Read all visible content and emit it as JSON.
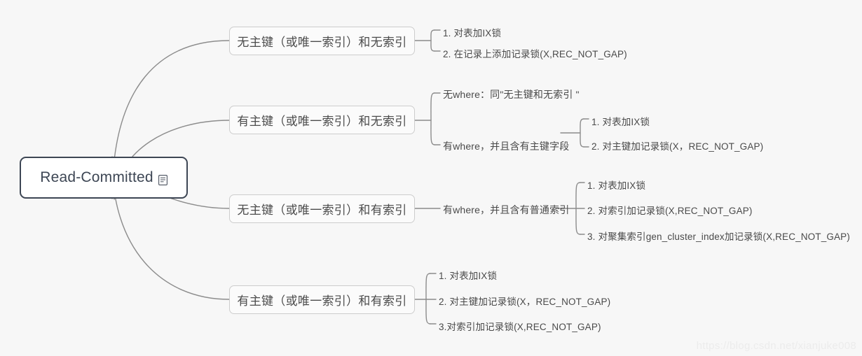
{
  "canvas": {
    "background": "#f7f7f7",
    "accent_dark": "#3d4654",
    "edge_color": "#8c8c8c",
    "node_border": "#cdcdcd"
  },
  "root": {
    "label": "Read-Committed",
    "icon": "note-icon"
  },
  "branches": [
    {
      "label": "无主键（或唯一索引）和无索引",
      "leaves": [
        "1. 对表加IX锁",
        "2. 在记录上添加记录锁(X,REC_NOT_GAP)"
      ]
    },
    {
      "label": "有主键（或唯一索引）和无索引",
      "mid": [
        {
          "label": "无where：同\"无主键和无索引 \"",
          "leaves": []
        },
        {
          "label": "有where，并且含有主键字段",
          "leaves": [
            "1. 对表加IX锁",
            "2. 对主键加记录锁(X，REC_NOT_GAP)"
          ]
        }
      ]
    },
    {
      "label": "无主键（或唯一索引）和有索引",
      "mid": [
        {
          "label": "有where，并且含有普通索引",
          "leaves": [
            "1. 对表加IX锁",
            "2. 对索引加记录锁(X,REC_NOT_GAP)",
            "3. 对聚集索引gen_cluster_index加记录锁(X,REC_NOT_GAP)"
          ]
        }
      ]
    },
    {
      "label": "有主键（或唯一索引）和有索引",
      "leaves": [
        "1. 对表加IX锁",
        "2. 对主键加记录锁(X，REC_NOT_GAP)",
        "3.对索引加记录锁(X,REC_NOT_GAP)"
      ]
    }
  ],
  "watermark": "https://blog.csdn.net/xianjuke008"
}
